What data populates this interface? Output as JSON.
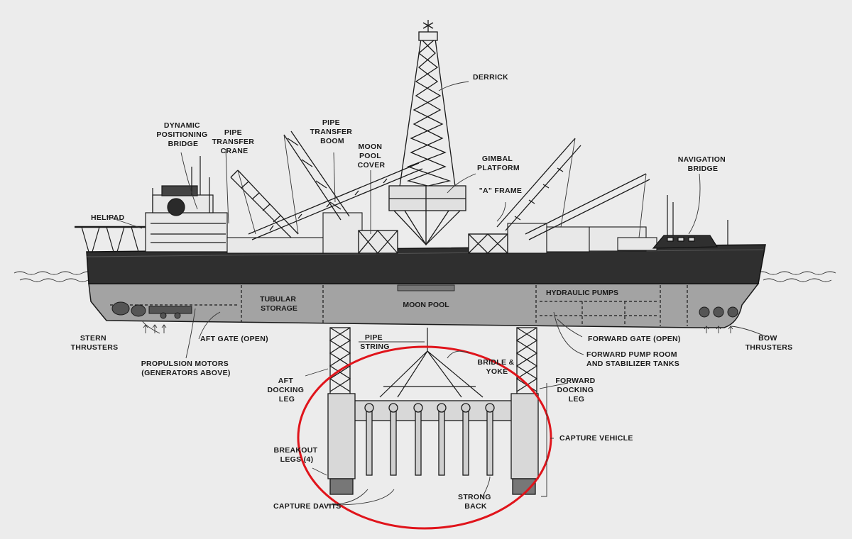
{
  "labels": {
    "derrick": [
      "DERRICK"
    ],
    "dynamic_positioning_bridge": [
      "DYNAMIC",
      "POSITIONING",
      "BRIDGE"
    ],
    "pipe_transfer_crane": [
      "PIPE",
      "TRANSFER",
      "CRANE"
    ],
    "pipe_transfer_boom": [
      "PIPE",
      "TRANSFER",
      "BOOM"
    ],
    "moon_pool_cover": [
      "MOON",
      "POOL",
      "COVER"
    ],
    "gimbal_platform": [
      "GIMBAL",
      "PLATFORM"
    ],
    "a_frame": [
      "\"A\" FRAME"
    ],
    "navigation_bridge": [
      "NAVIGATION",
      "BRIDGE"
    ],
    "helipad": [
      "HELIPAD"
    ],
    "tubular_storage": [
      "TUBULAR",
      "STORAGE"
    ],
    "moon_pool": [
      "MOON   POOL"
    ],
    "hydraulic_pumps": [
      "HYDRAULIC PUMPS"
    ],
    "stern_thrusters": [
      "STERN",
      "THRUSTERS"
    ],
    "aft_gate": [
      "AFT GATE (OPEN)"
    ],
    "pipe_string": [
      "PIPE",
      "STRING"
    ],
    "forward_gate": [
      "FORWARD GATE (OPEN)"
    ],
    "bow_thrusters": [
      "BOW",
      "THRUSTERS"
    ],
    "propulsion_motors": [
      "PROPULSION MOTORS",
      "(GENERATORS ABOVE)"
    ],
    "forward_pump_room": [
      "FORWARD PUMP ROOM",
      "AND STABILIZER TANKS"
    ],
    "bridle_yoke": [
      "BRIDLE &",
      "YOKE"
    ],
    "aft_docking_leg": [
      "AFT",
      "DOCKING",
      "LEG"
    ],
    "forward_docking_leg": [
      "FORWARD",
      "DOCKING",
      "LEG"
    ],
    "capture_vehicle": [
      "CAPTURE VEHICLE"
    ],
    "breakout_legs": [
      "BREAKOUT",
      "LEGS (4)"
    ],
    "capture_davits": [
      "CAPTURE DAVITS"
    ],
    "strong_back": [
      "STRONG",
      "BACK"
    ]
  },
  "colors": {
    "background": "#ececec",
    "hull_dark": "#2f2f2f",
    "hull_lower": "#9a9a9a",
    "ink": "#1a1a1a",
    "highlight_circle": "#e0141b"
  }
}
